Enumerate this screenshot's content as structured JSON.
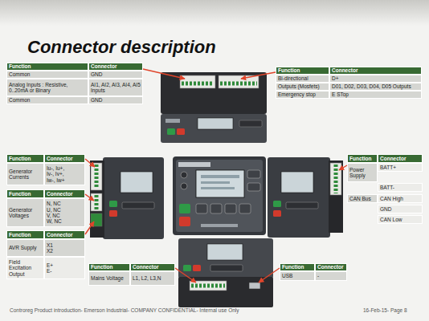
{
  "diagram": {
    "title": "Connector description",
    "nodes": [
      {
        "text": [
          "Function"
        ]
      },
      {
        "text": [
          "Connector"
        ]
      },
      {
        "text": [
          "Common"
        ]
      },
      {
        "text": [
          "GND"
        ]
      },
      {
        "text": [
          "Analog Inputs : Resistive, 0..20mA or Binary"
        ]
      },
      {
        "text": [
          "AI1, AI2, AI3, AI4, AI5 Inputs"
        ]
      },
      {
        "text": [
          "Common"
        ]
      },
      {
        "text": [
          "GND"
        ]
      },
      {
        "text": [
          "Function"
        ]
      },
      {
        "text": [
          "Connector"
        ]
      },
      {
        "text": [
          "Bi-directional"
        ]
      },
      {
        "text": [
          "D+"
        ]
      },
      {
        "text": [
          "Outputs (Mosfets)"
        ]
      },
      {
        "text": [
          "D01, D02, D03, D04, D05 Outputs"
        ]
      },
      {
        "text": [
          "Emergency stop"
        ]
      },
      {
        "text": [
          "E STop"
        ]
      },
      {
        "text": [
          "Function"
        ]
      },
      {
        "text": [
          "Connector"
        ]
      },
      {
        "text": [
          "Generator Currents"
        ]
      },
      {
        "text": [
          "Iu-, Iu+, Iv-, Iv+, Iw-, Iw+"
        ]
      },
      {
        "text": [
          "Function"
        ]
      },
      {
        "text": [
          "Connector"
        ]
      },
      {
        "text": [
          "Generator Voltages"
        ]
      },
      {
        "text": [
          "N, NC U, NC V, NC W, NC"
        ]
      },
      {
        "text": [
          "Function"
        ]
      },
      {
        "text": [
          "Connector"
        ]
      },
      {
        "text": [
          "AVR Supply"
        ]
      },
      {
        "text": [
          "X1 X2"
        ]
      },
      {
        "text": [
          "Field Excitation Output"
        ]
      },
      {
        "text": [
          "E+ E-"
        ]
      },
      {
        "text": [
          "Function"
        ]
      },
      {
        "text": [
          "Connector"
        ]
      },
      {
        "text": [
          "Power Supply"
        ]
      },
      {
        "text": [
          "BATT+"
        ]
      },
      {
        "text": [
          "BATT-"
        ]
      },
      {
        "text": [
          "CAN Bus"
        ]
      },
      {
        "text": [
          "CAN High"
        ]
      },
      {
        "text": [
          "GND"
        ]
      },
      {
        "text": [
          "CAN Low"
        ]
      },
      {
        "text": [
          "Function"
        ]
      },
      {
        "text": [
          "Connector"
        ]
      },
      {
        "text": [
          "Mains Voltage"
        ]
      },
      {
        "text": [
          "L1, L2, L3,N"
        ]
      },
      {
        "text": [
          "Function"
        ]
      },
      {
        "text": [
          "Connector"
        ]
      },
      {
        "text": [
          "USB"
        ]
      },
      {
        "text": [
          "-"
        ]
      }
    ],
    "labels": [
      "Controreg Product introduction- Emerson Industrial- COMPANY CONFIDENTIAL- Internal use Only",
      "16-Feb-15- Page 8"
    ]
  }
}
